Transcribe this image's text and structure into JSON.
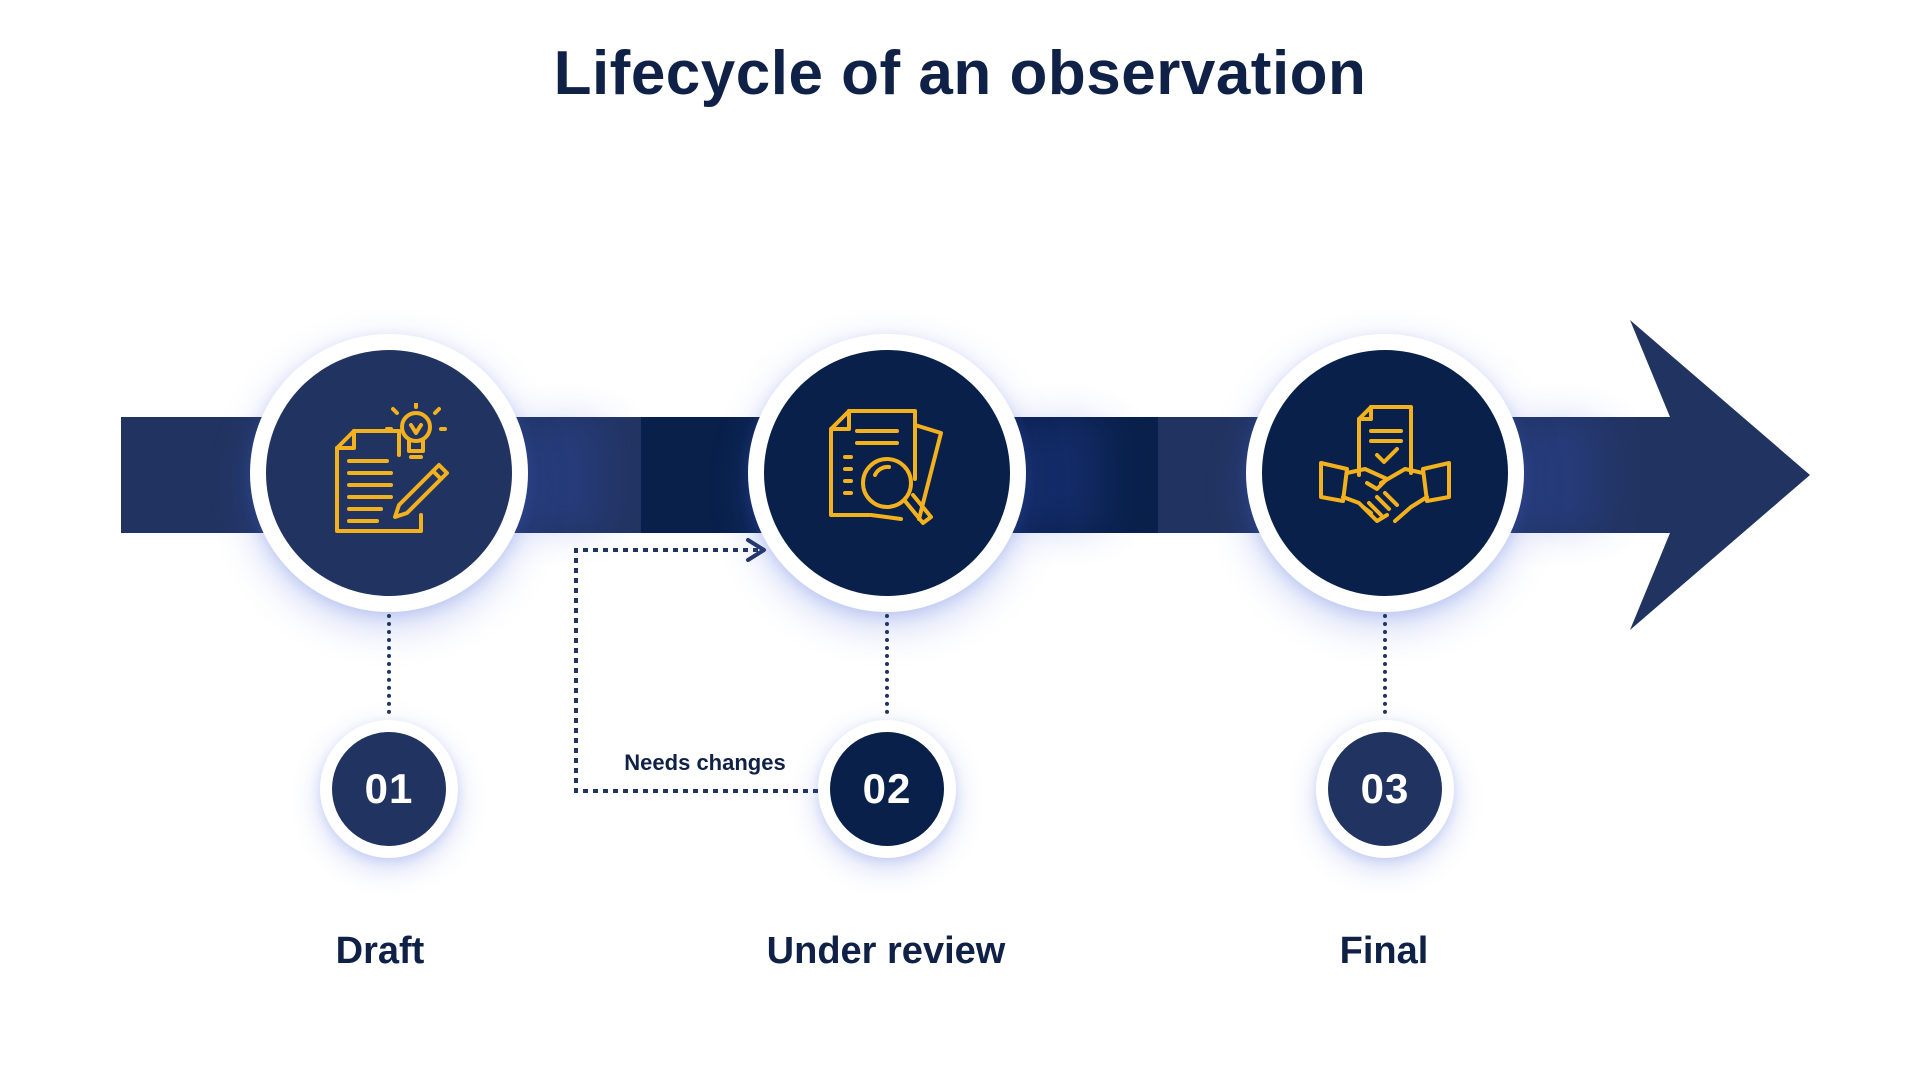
{
  "title": "Lifecycle of an observation",
  "colors": {
    "navy_dark": "#09204a",
    "navy": "#213461",
    "title_text": "#0f2147",
    "icon_gold": "#f2b11d",
    "background": "#ffffff"
  },
  "steps": [
    {
      "number": "01",
      "label": "Draft",
      "icon": "document-lightbulb-pencil-icon"
    },
    {
      "number": "02",
      "label": "Under review",
      "icon": "documents-magnifier-icon"
    },
    {
      "number": "03",
      "label": "Final",
      "icon": "document-check-handshake-icon"
    }
  ],
  "loop": {
    "label": "Needs changes"
  }
}
